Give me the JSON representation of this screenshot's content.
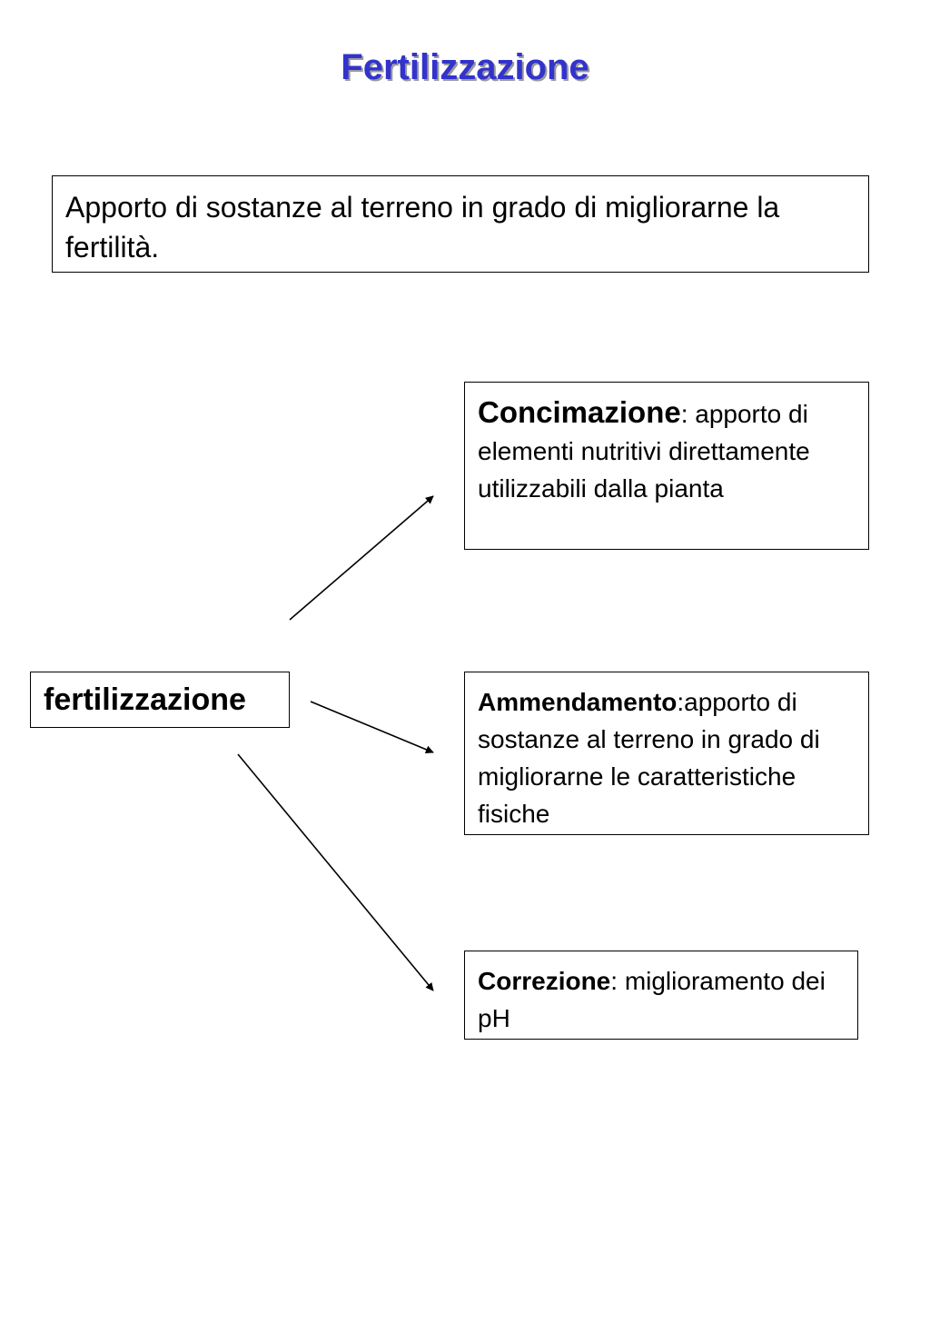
{
  "title": "Fertilizzazione",
  "definition": "Apporto di sostanze al terreno in grado di migliorarne la fertilità.",
  "root": "fertilizzazione",
  "branches": [
    {
      "term": "Concimazione",
      "sep": ": ",
      "text": "apporto di elementi nutritivi direttamente utilizzabili dalla pianta"
    },
    {
      "term": "Ammendamento",
      "sep": ":",
      "text": "apporto di sostanze al terreno in grado di migliorarne le caratteristiche fisiche"
    },
    {
      "term": "Correzione",
      "sep": ": ",
      "text": "miglioramento dei pH"
    }
  ]
}
